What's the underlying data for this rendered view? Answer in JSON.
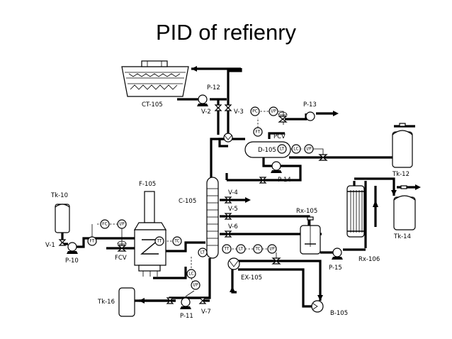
{
  "title": "PID of refienry",
  "labels": {
    "ct105": "CT-105",
    "p12": "P-12",
    "v2": "V-2",
    "v3": "V-3",
    "p13": "P-13",
    "pcv": "PCV",
    "d105": "D-105",
    "p14": "P-14",
    "tk12": "Tk-12",
    "tk14": "Tk-14",
    "tk10": "Tk-10",
    "v1": "V-1",
    "p10": "P-10",
    "fcv": "FCV",
    "f105": "F-105",
    "c105": "C-105",
    "v4": "V-4",
    "v5": "V-5",
    "v6": "V-6",
    "rx105": "Rx-105",
    "rx106": "Rx-106",
    "p15": "P-15",
    "ex105": "EX-105",
    "b105": "B-105",
    "tk16": "Tk-16",
    "p11": "P-11",
    "v7": "V-7"
  },
  "instruments": {
    "pc": "PC",
    "ip": "I/P",
    "ft": "FT",
    "lt": "LT",
    "lc": "LC",
    "fc": "FC",
    "tt": "TT",
    "tc": "TC"
  }
}
